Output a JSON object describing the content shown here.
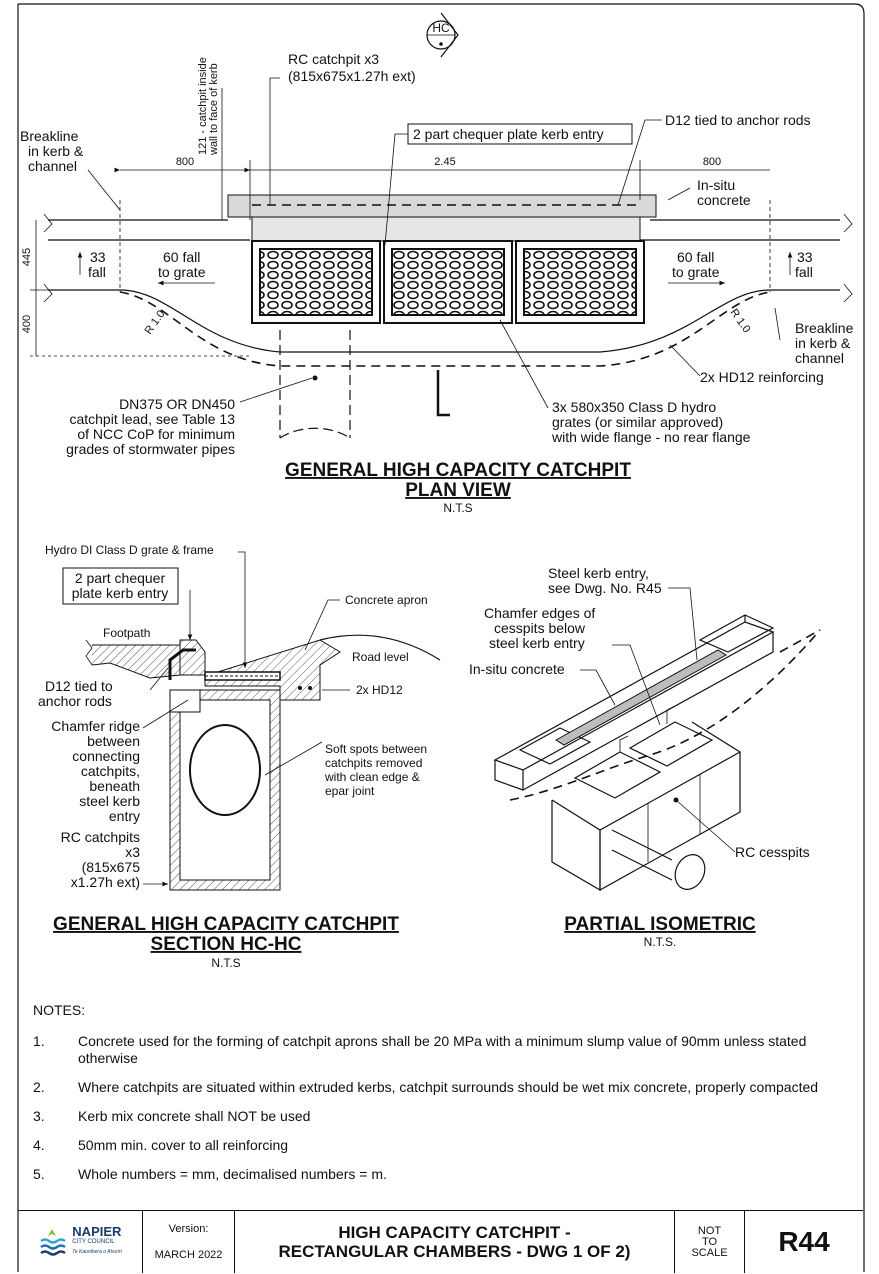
{
  "plan": {
    "section_marker": "HC",
    "labels": {
      "rc_catchpit_1": "RC catchpit x3",
      "rc_catchpit_2": "(815x675x1.27h ext)",
      "inside_wall_1": "121 - catchpit inside",
      "inside_wall_2": "wall to face of kerb",
      "chequer_plate": "2 part chequer plate kerb entry",
      "d12_tied": "D12 tied to anchor rods",
      "insitu_1": "In-situ",
      "insitu_2": "concrete",
      "breakline_1": "Breakline",
      "breakline_2": "in kerb &",
      "breakline_3": "channel",
      "fall_33": "33",
      "fall_word": "fall",
      "fall_60_1": "60 fall",
      "fall_60_2": "to grate",
      "r10": "R 1.0",
      "hd12_reinf": "2x HD12 reinforcing",
      "lead_1": "DN375 OR DN450",
      "lead_2": "catchpit lead, see Table 13",
      "lead_3": "of NCC CoP for minimum",
      "lead_4": "grades of stormwater pipes",
      "grates_1": "3x 580x350 Class D hydro",
      "grates_2": "grates (or similar approved)",
      "grates_3": "with wide flange - no rear flange"
    },
    "dims": {
      "d800_left": "800",
      "d245": "2.45",
      "d800_right": "800",
      "d445": "445",
      "d400": "400"
    },
    "title_1": "GENERAL HIGH CAPACITY CATCHPIT",
    "title_2": "PLAN VIEW",
    "scale": "N.T.S"
  },
  "section": {
    "labels": {
      "grate_frame": "Hydro DI Class D grate & frame",
      "chequer_1": "2 part chequer",
      "chequer_2": "plate kerb entry",
      "footpath": "Footpath",
      "apron": "Concrete apron",
      "road_level": "Road level",
      "hd12": "2x HD12",
      "d12_1": "D12 tied to",
      "d12_2": "anchor rods",
      "chamfer_1": "Chamfer ridge",
      "chamfer_2": "between",
      "chamfer_3": "connecting",
      "chamfer_4": "catchpits,",
      "chamfer_5": "beneath",
      "chamfer_6": "steel kerb",
      "chamfer_7": "entry",
      "soft_1": "Soft spots between",
      "soft_2": "catchpits removed",
      "soft_3": "with clean edge &",
      "soft_4": "epar joint",
      "rc_1": "RC catchpits",
      "rc_2": "x3",
      "rc_3": "(815x675",
      "rc_4": "x1.27h ext)"
    },
    "title_1": "GENERAL HIGH CAPACITY CATCHPIT",
    "title_2": "SECTION HC-HC",
    "scale": "N.T.S"
  },
  "iso": {
    "labels": {
      "steel_1": "Steel kerb entry,",
      "steel_2": "see Dwg. No. R45",
      "chamfer_1": "Chamfer edges of",
      "chamfer_2": "cesspits below",
      "chamfer_3": "steel kerb entry",
      "insitu": "In-situ concrete",
      "cesspits": "RC cesspits"
    },
    "title": "PARTIAL ISOMETRIC",
    "scale": "N.T.S."
  },
  "notes": {
    "heading": "NOTES:",
    "items": [
      {
        "num": "1.",
        "text": "Concrete used for the forming of catchpit aprons shall be 20 MPa with a minimum slump value of 90mm unless stated otherwise"
      },
      {
        "num": "2.",
        "text": "Where catchpits are situated within extruded kerbs, catchpit surrounds should be wet mix concrete, properly compacted"
      },
      {
        "num": "3.",
        "text": "Kerb mix concrete shall NOT be used"
      },
      {
        "num": "4.",
        "text": "50mm min. cover to all reinforcing"
      },
      {
        "num": "5.",
        "text": "Whole numbers = mm, decimalised numbers = m."
      }
    ]
  },
  "title_block": {
    "logo_name": "NAPIER",
    "logo_sub": "CITY COUNCIL",
    "logo_tag": "Te Kaunihera o Ahuriri",
    "version_label": "Version:",
    "version_value": "MARCH 2022",
    "title_1": "HIGH CAPACITY CATCHPIT -",
    "title_2": "RECTANGULAR CHAMBERS - DWG 1 OF 2)",
    "scale_1": "NOT",
    "scale_2": "TO",
    "scale_3": "SCALE",
    "drawing_no": "R44"
  },
  "colors": {
    "line": "#111111",
    "concrete": "#d9d9d9",
    "logo_blue": "#1b3a6b",
    "logo_green": "#7cc242"
  }
}
